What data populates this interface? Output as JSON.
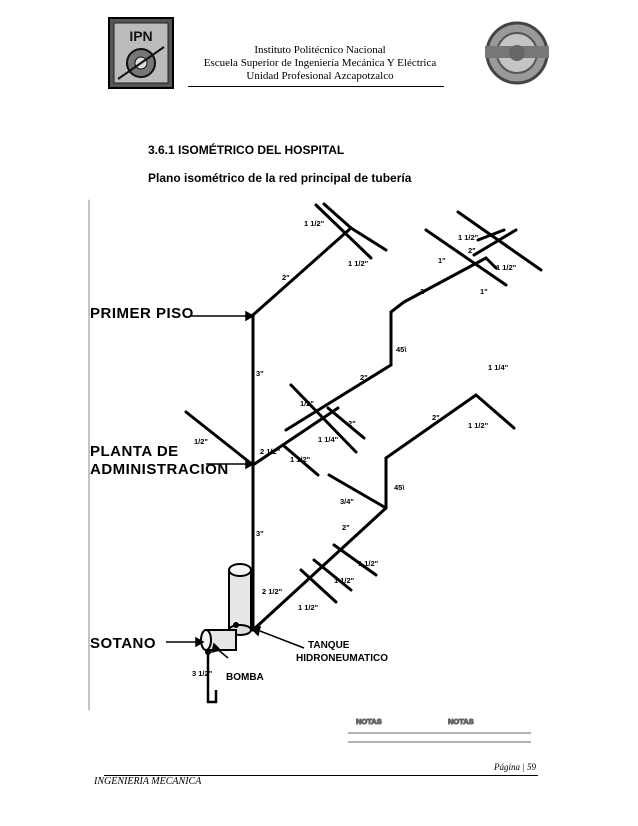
{
  "header": {
    "line1": "Instituto Politécnico Nacional",
    "line2": "Escuela Superior de Ingeniería Mecánica Y Eléctrica",
    "line3": "Unidad Profesional Azcapotzalco",
    "logo_left_text": "IPN"
  },
  "section_title": "3.6.1  ISOMÉTRICO DEL HOSPITAL",
  "figure_caption": "Plano isométrico de la red principal de tubería",
  "drawing": {
    "floor_labels": {
      "primer_piso": "PRIMER PISO",
      "planta_line1": "PLANTA DE",
      "planta_line2": "ADMINISTRACION",
      "sotano": "SOTANO"
    },
    "equipment": {
      "tanque_line1": "TANQUE",
      "tanque_line2": "HIDRONEUMATICO",
      "bomba": "BOMBA"
    },
    "pipe_sizes": {
      "riser_top": "1 1/2\"",
      "riser_top_right": "1 1/2\"",
      "two_in_upper": "2\"",
      "right_top_1": "1 1/2\"",
      "right_top_2": "2\"",
      "right_top_3": "1\"",
      "right_top_4": "1 1/2\"",
      "right_top_5": "2\"",
      "right_top_6": "1\"",
      "forty_five_upper": "45\\",
      "three_upper": "3\"",
      "two_mid": "2\"",
      "one_quarter": "1 1/4\"",
      "half_small": "1/2\"",
      "two_small": "2\"",
      "one_quarter_b": "1 1/4\"",
      "two_half": "2 1/2\"",
      "half_left": "1/2\"",
      "one_half_mid": "1 1/2\"",
      "two_right": "2\"",
      "one_half_right": "1 1/2\"",
      "three_quarter": "3/4\"",
      "forty_five_lower": "45\\",
      "two_lower": "2\"",
      "three_lower": "3\"",
      "one_half_b1": "1 1/2\"",
      "one_half_b2": "1 1/2\"",
      "two_half_lower": "2 1/2\"",
      "one_half_b3": "1 1/2\"",
      "pump_size": "3 1/2\""
    },
    "stamp_line1": "NOTAS",
    "stamp_line2": "NOTAS"
  },
  "footer": {
    "page_number": "Página | 59",
    "left_text": "INGENIERIA MECANICA"
  }
}
